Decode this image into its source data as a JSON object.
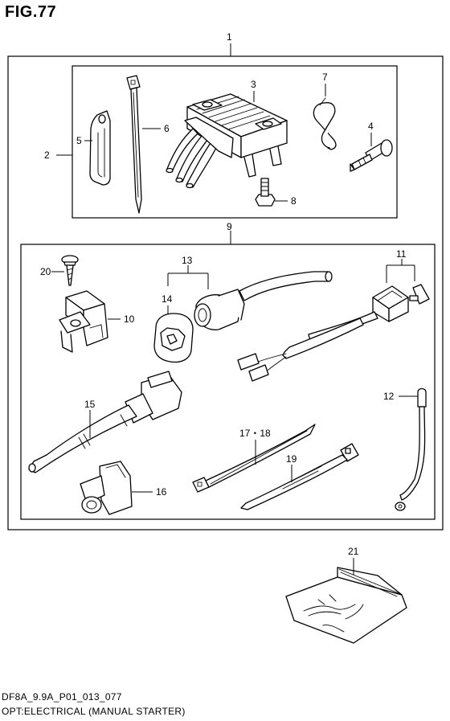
{
  "figure": {
    "title": "FIG.77"
  },
  "footer": {
    "code": "DF8A_9.9A_P01_013_077",
    "description": "OPT:ELECTRICAL (MANUAL STARTER)"
  },
  "callouts": {
    "c1": "1",
    "c2": "2",
    "c3": "3",
    "c4": "4",
    "c5": "5",
    "c6": "6",
    "c7": "7",
    "c8": "8",
    "c9": "9",
    "c10": "10",
    "c11": "11",
    "c12": "12",
    "c13": "13",
    "c14": "14",
    "c15": "15",
    "c16": "16",
    "c17_18": "17・18",
    "c19": "19",
    "c20": "20",
    "c21": "21"
  }
}
